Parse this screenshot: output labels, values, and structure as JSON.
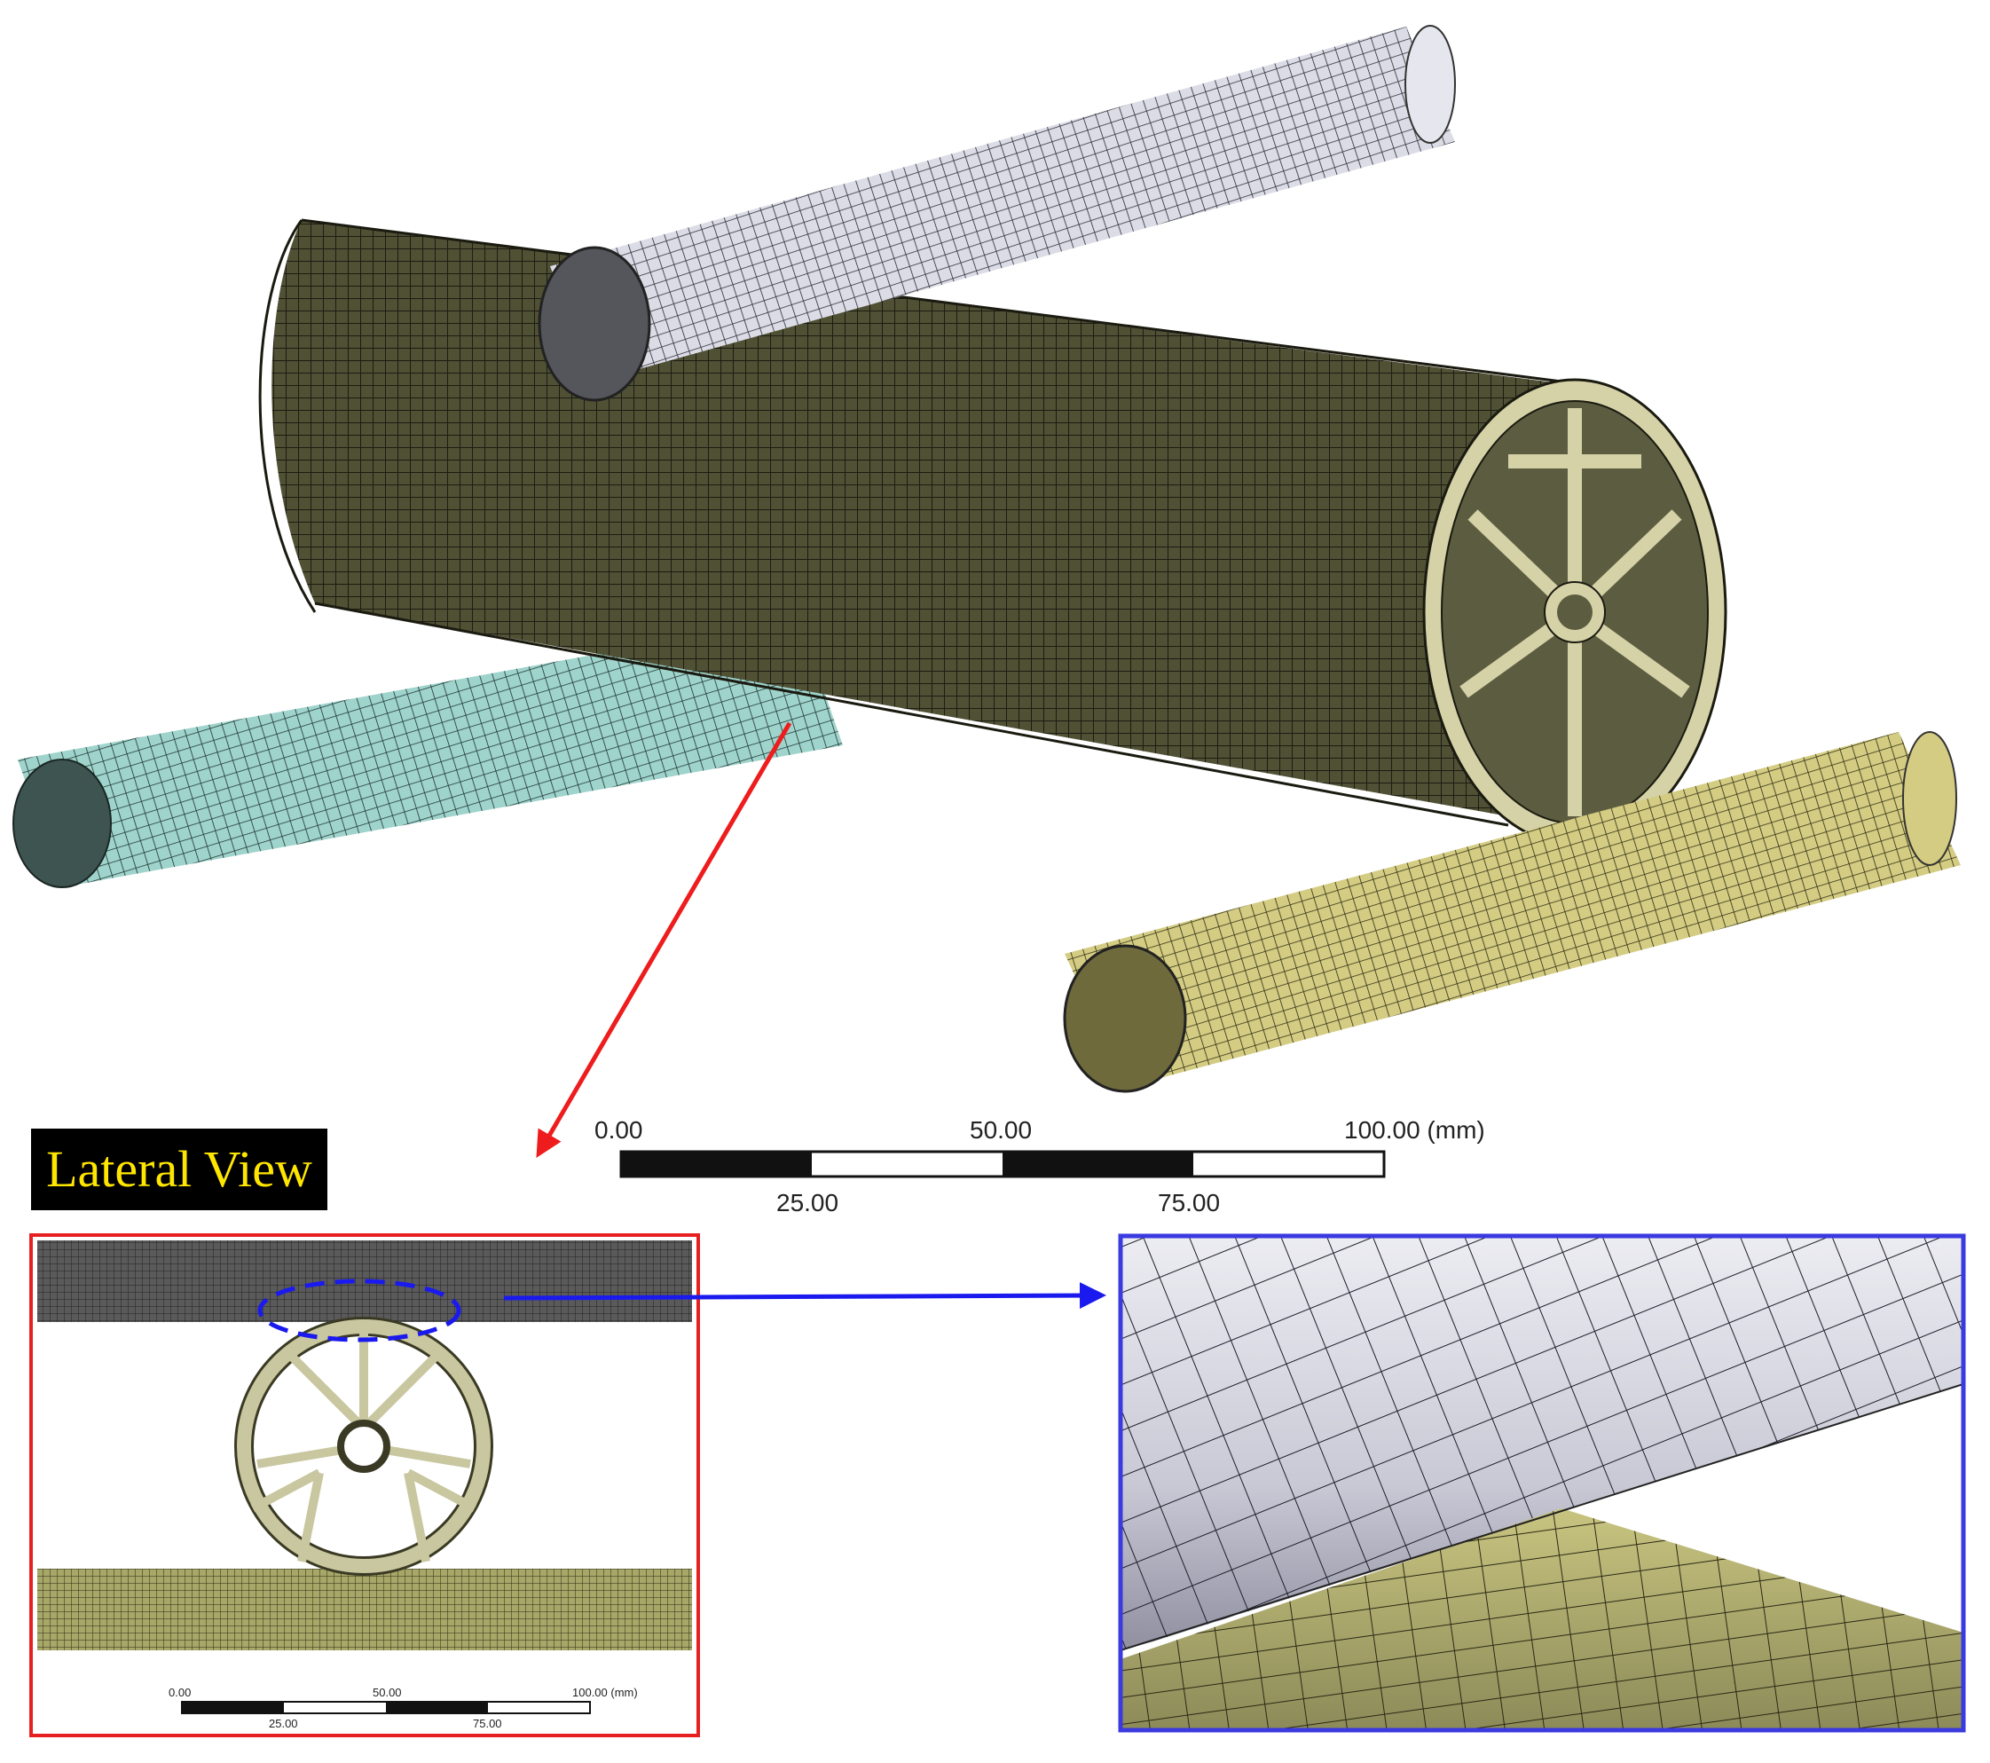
{
  "lateral_view_label": "Lateral View",
  "scale_bar_main": {
    "ticks_top": [
      "0.00",
      "50.00",
      "100.00 (mm)"
    ],
    "ticks_bottom": [
      "25.00",
      "75.00"
    ]
  },
  "scale_bar_inset": {
    "ticks_top": [
      "0.00",
      "50.00",
      "100.00 (mm)"
    ],
    "ticks_bottom": [
      "25.00",
      "75.00"
    ]
  },
  "colors": {
    "mesh_drum": "#4a4a30",
    "roller_top": "#c9c9d6",
    "roller_left": "#8ec7c0",
    "roller_right": "#c9c27a",
    "roller_bottom_inset": "#9a9a60",
    "mesh_line": "#1a1a1a",
    "arrow_red": "#ee1c1c",
    "arrow_blue": "#1a1aee",
    "frame_red": "#e62020",
    "frame_blue": "#3a3ae0",
    "ellipse_blue": "#1a1aee",
    "label_text": "#ffe600"
  },
  "icons": [
    "mesh-drum-icon",
    "roller-icon",
    "arrow-icon"
  ]
}
